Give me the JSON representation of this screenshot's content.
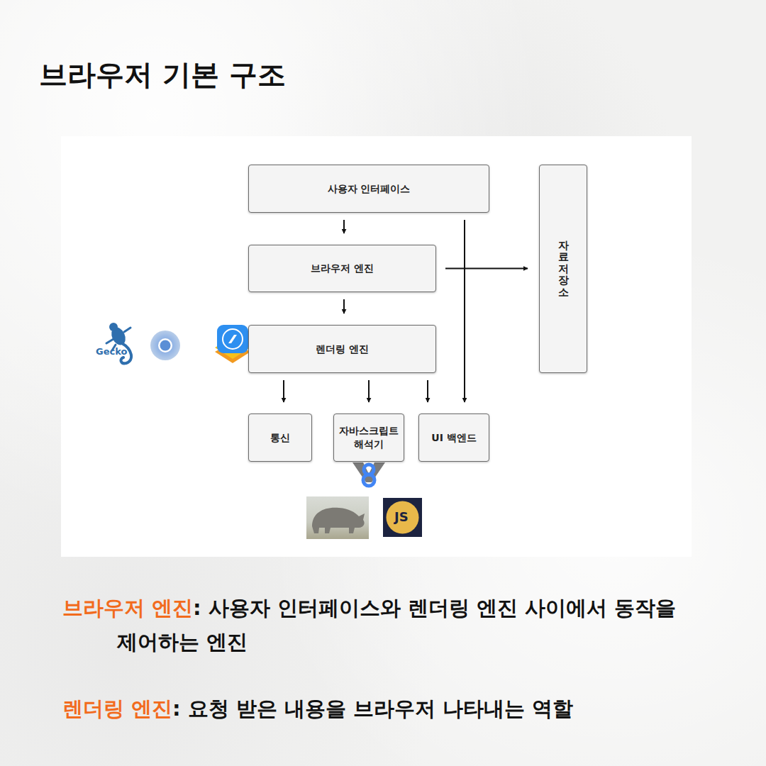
{
  "diagram": {
    "title": "브라우저 기본 구조",
    "nodes": [
      {
        "text": [
          "사용자 인터페이스"
        ]
      },
      {
        "text": [
          "자료 저장소"
        ]
      },
      {
        "text": [
          "브라우저 엔진"
        ]
      },
      {
        "text": [
          "렌더링 엔진"
        ]
      },
      {
        "text": [
          "통신"
        ]
      },
      {
        "text": [
          "자바스크립트 해석기"
        ]
      },
      {
        "text": [
          "UI 백엔드"
        ]
      }
    ],
    "edges": [
      {
        "from": 0,
        "to": 2,
        "arrow": "to"
      },
      {
        "from": 2,
        "to": 3,
        "arrow": "to"
      },
      {
        "from": 3,
        "to": 4,
        "arrow": "to"
      },
      {
        "from": 3,
        "to": 5,
        "arrow": "to"
      },
      {
        "from": 3,
        "to": 6,
        "arrow": "to"
      },
      {
        "from": 0,
        "to": 6,
        "arrow": "to"
      },
      {
        "from": 2,
        "to": 1,
        "arrow": "to"
      }
    ],
    "labels": [
      "Gecko",
      "JS",
      "브라우저 엔진",
      ": 사용자 인터페이스와 렌더링 엔진 사이에서 동작을 제어하는 엔진",
      "렌더링 엔진",
      ": 요청 받은 내용을 브라우저 나타내는 역할"
    ]
  }
}
